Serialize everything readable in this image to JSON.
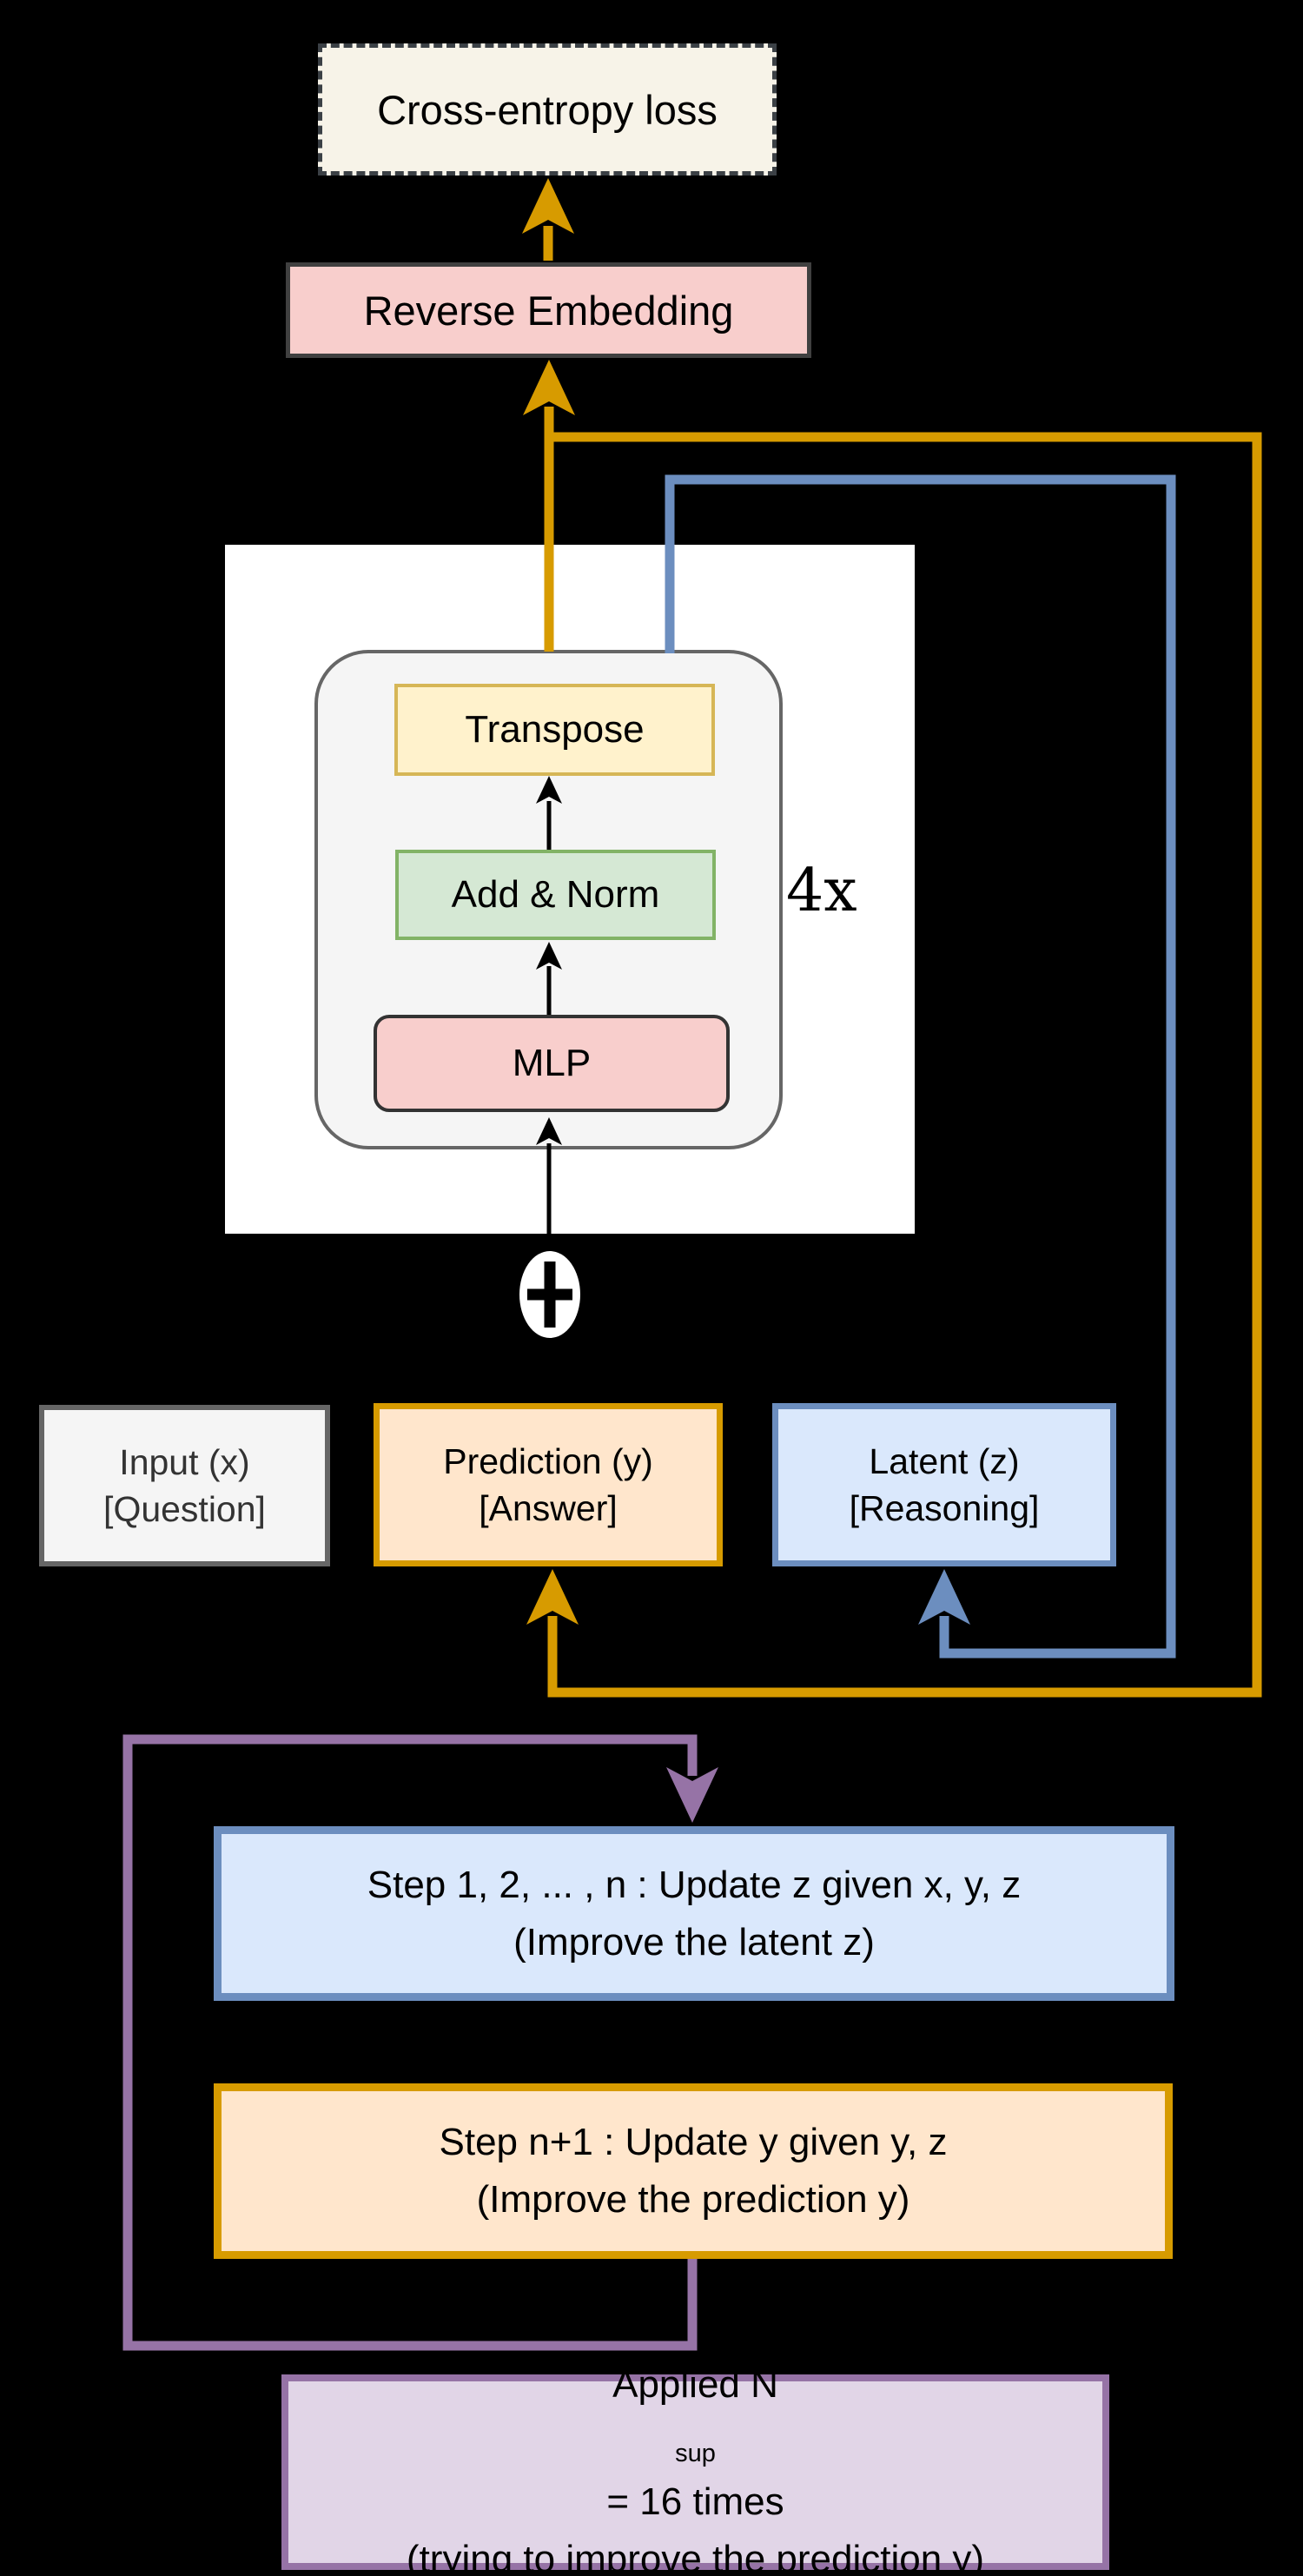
{
  "diagram": {
    "loss_box": {
      "label": "Cross-entropy loss"
    },
    "reverse_embedding": {
      "label": "Reverse Embedding"
    },
    "core_block": {
      "repeat_label": "4x",
      "layers": [
        {
          "label": "Transpose"
        },
        {
          "label": "Add & Norm"
        },
        {
          "label": "MLP"
        }
      ]
    },
    "icons": {
      "sum": "plus-in-circle"
    },
    "state_boxes": [
      {
        "line1": "Input (x)",
        "line2": "[Question]"
      },
      {
        "line1": "Prediction (y)",
        "line2": "[Answer]"
      },
      {
        "line1": "Latent (z)",
        "line2": "[Reasoning]"
      }
    ],
    "step_boxes": [
      {
        "line1": "Step 1, 2, ... , n : Update z given x, y, z",
        "line2": "(Improve the latent z)"
      },
      {
        "line1": "Step n+1 : Update y given y, z",
        "line2": "(Improve the prediction y)"
      }
    ],
    "applied_box": {
      "prefix": "Applied N",
      "subscript": "sup",
      "suffix": " = 16 times",
      "line2": "(trying to improve the prediction y)"
    },
    "colors": {
      "background": "#000000",
      "gold_arrow": "#D79B00",
      "blue_arrow": "#6C8EBF",
      "purple_arrow": "#9673A6",
      "pink_fill": "#F8CECC",
      "yellow_fill": "#FFF2CC",
      "yellow_border": "#D6B656",
      "green_fill": "#D5E8D4",
      "green_border": "#82B366",
      "orange_fill": "#FFE6CC",
      "blue_fill": "#DAE8FC",
      "purple_fill": "#E1D5E7",
      "gray_fill": "#F5F5F5",
      "gray_border": "#666666",
      "cream_fill": "#F7F3E8",
      "dark_border": "#3B4045"
    }
  }
}
